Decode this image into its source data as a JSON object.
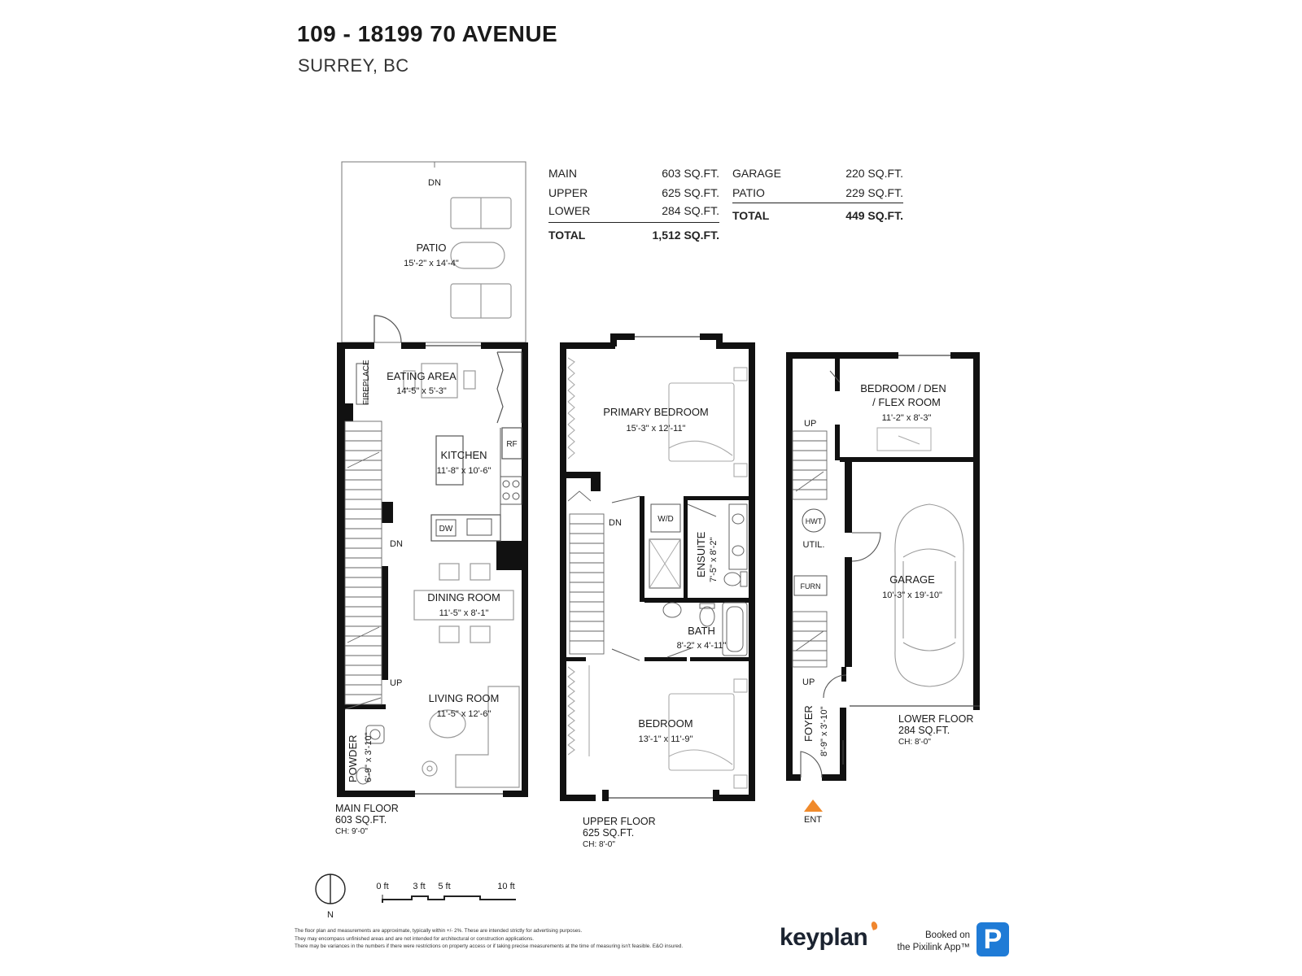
{
  "header": {
    "address": "109 - 18199 70 AVENUE",
    "city": "SURREY, BC"
  },
  "areas_left": {
    "rows": [
      {
        "label": "MAIN",
        "value": "603 SQ.FT."
      },
      {
        "label": "UPPER",
        "value": "625 SQ.FT."
      },
      {
        "label": "LOWER",
        "value": "284 SQ.FT."
      }
    ],
    "total_label": "TOTAL",
    "total_value": "1,512 SQ.FT."
  },
  "areas_right": {
    "rows": [
      {
        "label": "GARAGE",
        "value": "220 SQ.FT."
      },
      {
        "label": "PATIO",
        "value": "229 SQ.FT."
      }
    ],
    "total_label": "TOTAL",
    "total_value": "449 SQ.FT."
  },
  "main_floor": {
    "patio": {
      "name": "PATIO",
      "dims": "15'-2\" x 14'-4\"",
      "dn": "DN"
    },
    "eating": {
      "name": "EATING AREA",
      "dims": "14'-5\" x 5'-3\""
    },
    "fireplace": "FIREPLACE",
    "kitchen": {
      "name": "KITCHEN",
      "dims": "11'-8\" x 10'-6\""
    },
    "rf": "RF",
    "dw": "DW",
    "dn": "DN",
    "up": "UP",
    "dining": {
      "name": "DINING ROOM",
      "dims": "11'-5\" x 8'-1\""
    },
    "living": {
      "name": "LIVING ROOM",
      "dims": "11'-5\" x 12'-6\""
    },
    "powder": {
      "name": "POWDER",
      "dims": "6'-9\" x 3'-10\""
    },
    "caption": {
      "name": "MAIN FLOOR",
      "area": "603 SQ.FT.",
      "ch": "CH: 9'-0\""
    }
  },
  "upper_floor": {
    "primary": {
      "name": "PRIMARY BEDROOM",
      "dims": "15'-3\" x 12'-11\""
    },
    "dn": "DN",
    "wd": "W/D",
    "ensuite": {
      "name": "ENSUITE",
      "dims": "7'-5\" x 8'-2\""
    },
    "bath": {
      "name": "BATH",
      "dims": "8'-2\" x 4'-11\""
    },
    "bedroom": {
      "name": "BEDROOM",
      "dims": "13'-1\" x 11'-9\""
    },
    "caption": {
      "name": "UPPER FLOOR",
      "area": "625 SQ.FT.",
      "ch": "CH: 8'-0\""
    }
  },
  "lower_floor": {
    "flex": {
      "line1": "BEDROOM / DEN",
      "line2": "/ FLEX ROOM",
      "dims": "11'-2\" x 8'-3\""
    },
    "up1": "UP",
    "up2": "UP",
    "hwt": "HWT",
    "util": "UTIL.",
    "furn": "FURN",
    "garage": {
      "name": "GARAGE",
      "dims": "10'-3\" x 19'-10\""
    },
    "foyer": {
      "name": "FOYER",
      "dims": "8'-9\" x 3'-10\""
    },
    "ent": "ENT",
    "caption": {
      "name": "LOWER FLOOR",
      "area": "284 SQ.FT.",
      "ch": "CH: 8'-0\""
    }
  },
  "scale": {
    "north": "N",
    "t0": "0 ft",
    "t3": "3 ft",
    "t5": "5 ft",
    "t10": "10 ft"
  },
  "footer": {
    "disclaimer1": "The floor plan and measurements are approximate, typically within +/- 2%. These are intended strictly for advertising purposes.",
    "disclaimer2": "They may encompass unfinished areas and are not intended for architectural or construction applications.",
    "disclaimer3": "There may be variances in the numbers if there were restrictions on property access or if taking precise measurements at the time of measuring isn't feasible. E&O insured.",
    "brand": "keyplan",
    "booked1": "Booked on",
    "booked2": "the Pixilink App™",
    "pix_letter": "P"
  },
  "colors": {
    "wall": "#111111",
    "line": "#555555",
    "furniture": "#8a8a8a",
    "entry_marker": "#f08a2b",
    "pixilink": "#1f7bd6"
  }
}
